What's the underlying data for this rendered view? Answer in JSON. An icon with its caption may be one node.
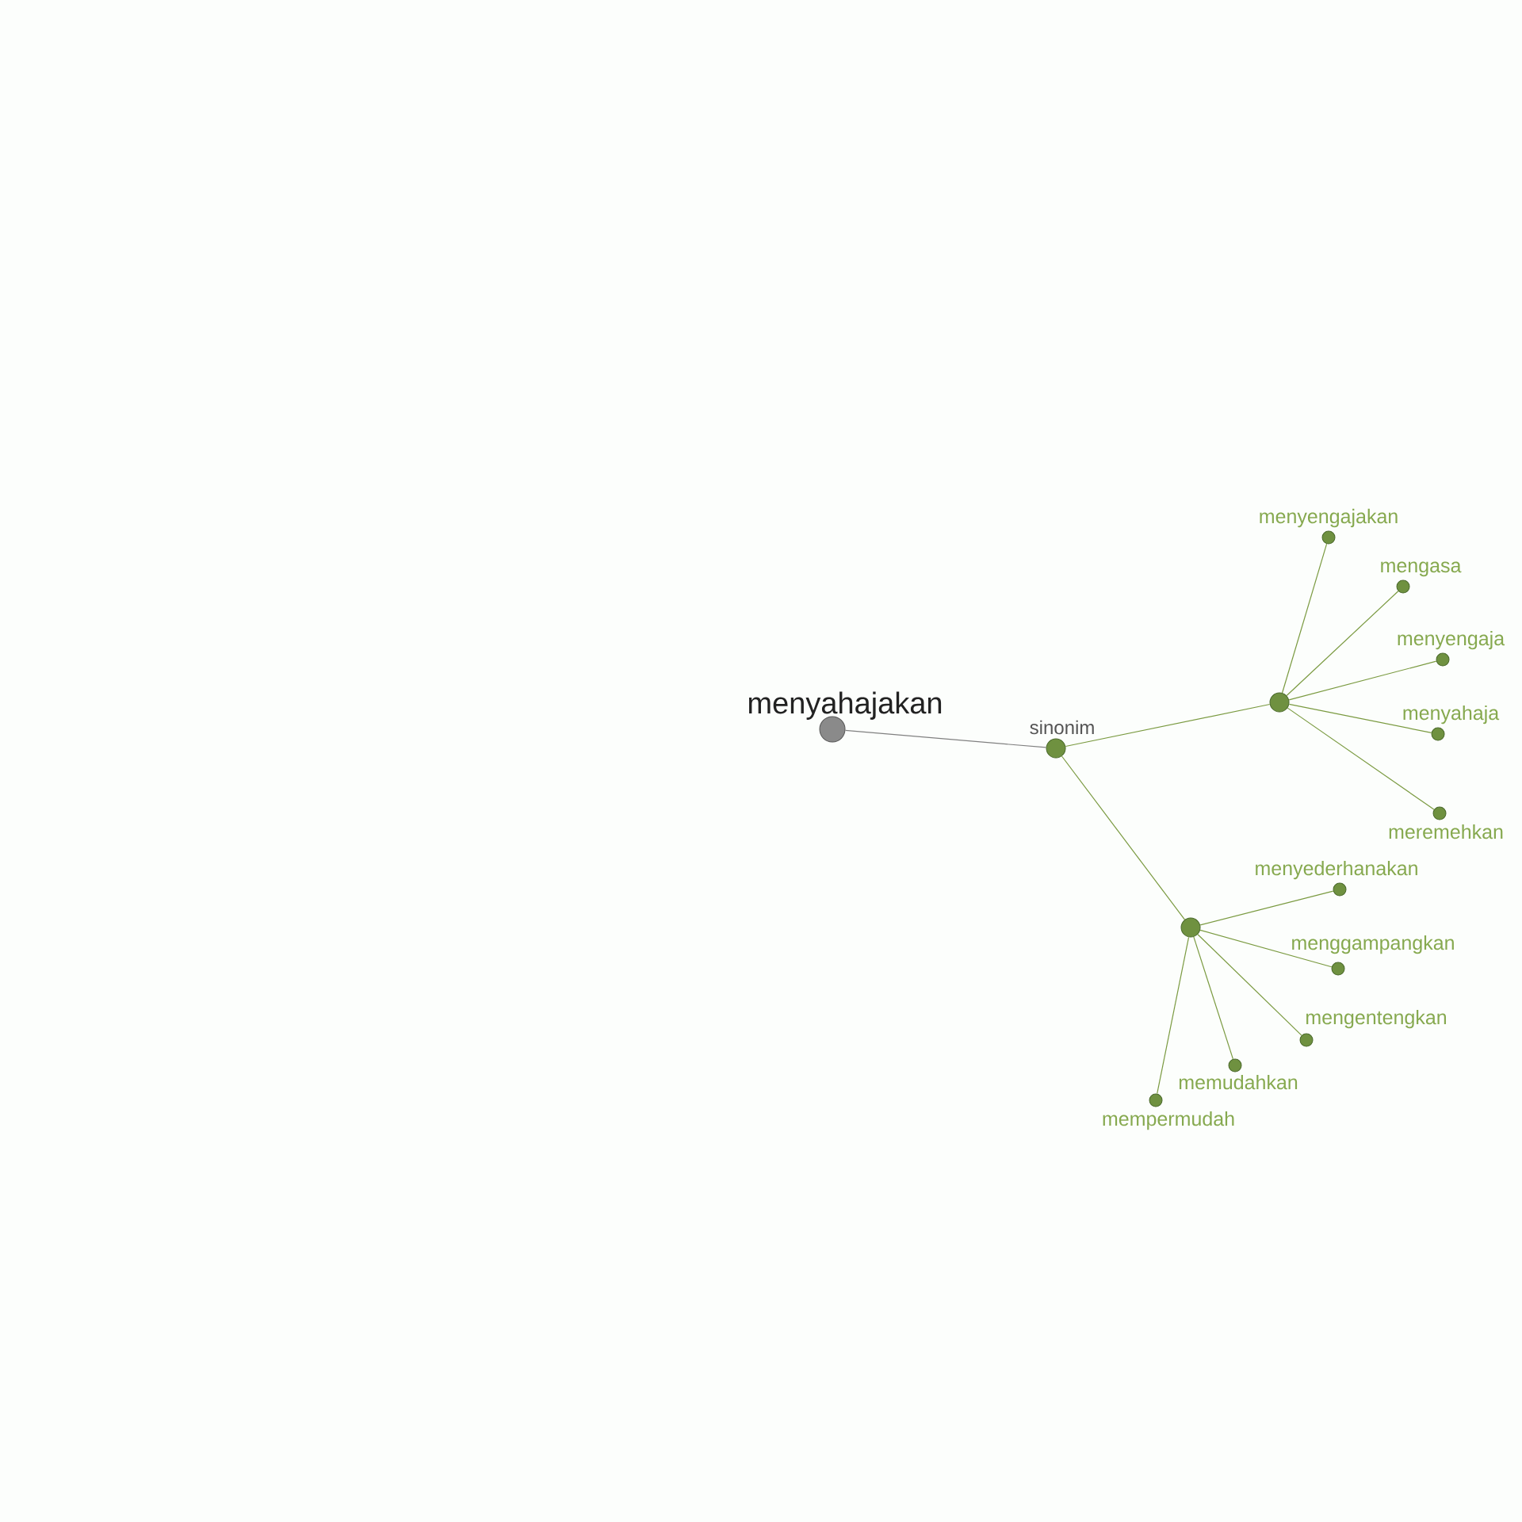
{
  "diagram": {
    "nodes": [
      {
        "text": [
          "menyahajakan"
        ]
      },
      {
        "text": [
          "sinonim"
        ]
      },
      {
        "text": [],
        "shape": "circle"
      },
      {
        "text": [
          "menyengajakan"
        ]
      },
      {
        "text": [
          "mengasa"
        ]
      },
      {
        "text": [
          "menyengaja"
        ]
      },
      {
        "text": [
          "menyahaja"
        ]
      },
      {
        "text": [
          "meremehkan"
        ]
      },
      {
        "text": [],
        "shape": "circle"
      },
      {
        "text": [
          "menyederhanakan"
        ]
      },
      {
        "text": [
          "menggampangkan"
        ]
      },
      {
        "text": [
          "mengentengkan"
        ]
      },
      {
        "text": [
          "memudahkan"
        ]
      },
      {
        "text": [
          "mempermudah"
        ]
      }
    ],
    "edges": [
      {
        "from": 0,
        "to": 1,
        "arrow": "none",
        "color": "#808080"
      },
      {
        "from": 1,
        "to": 2,
        "arrow": "none"
      },
      {
        "from": 2,
        "to": 3,
        "arrow": "none"
      },
      {
        "from": 2,
        "to": 4,
        "arrow": "none"
      },
      {
        "from": 2,
        "to": 5,
        "arrow": "none"
      },
      {
        "from": 2,
        "to": 6,
        "arrow": "none"
      },
      {
        "from": 2,
        "to": 7,
        "arrow": "none"
      },
      {
        "from": 1,
        "to": 8,
        "arrow": "none"
      },
      {
        "from": 8,
        "to": 9,
        "arrow": "none"
      },
      {
        "from": 8,
        "to": 10,
        "arrow": "none"
      },
      {
        "from": 8,
        "to": 11,
        "arrow": "none"
      },
      {
        "from": 8,
        "to": 12,
        "arrow": "none"
      },
      {
        "from": 8,
        "to": 13,
        "arrow": "none"
      }
    ]
  }
}
